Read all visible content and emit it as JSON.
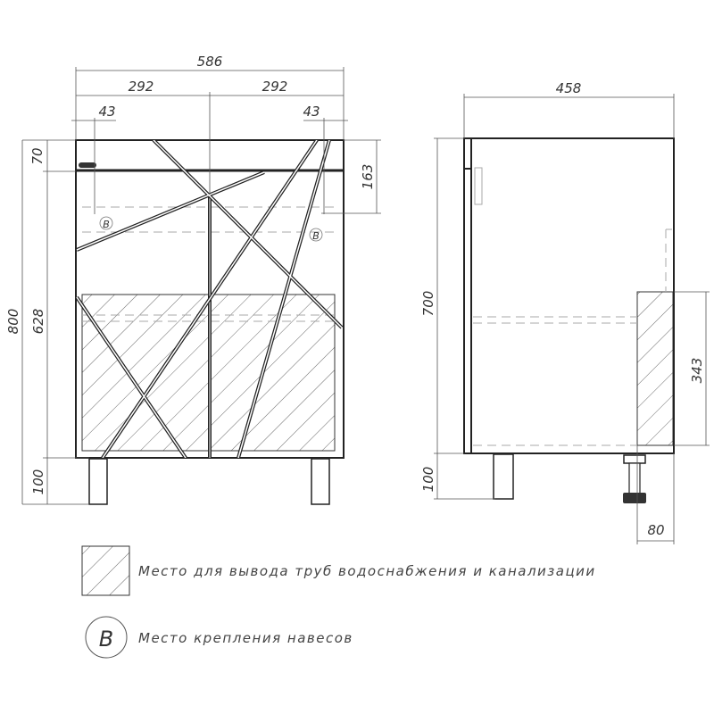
{
  "front_view": {
    "dimensions": {
      "overall_width": "586",
      "half_width_left": "292",
      "half_width_right": "292",
      "hinge_offset_left": "43",
      "hinge_offset_right": "43",
      "top_drawer_height": "70",
      "hinge_height": "163",
      "overall_height": "800",
      "door_height": "628",
      "leg_height": "100"
    },
    "hinge_markers": [
      "B",
      "B"
    ]
  },
  "side_view": {
    "dimensions": {
      "depth": "458",
      "body_height": "700",
      "pipe_zone_height": "343",
      "leg_height": "100",
      "pipe_zone_depth": "80"
    }
  },
  "legend": {
    "pipe_zone_label": "Место для вывода труб водоснабжения и канализации",
    "hinge_symbol": "B",
    "hinge_label": "Место крепления навесов"
  }
}
